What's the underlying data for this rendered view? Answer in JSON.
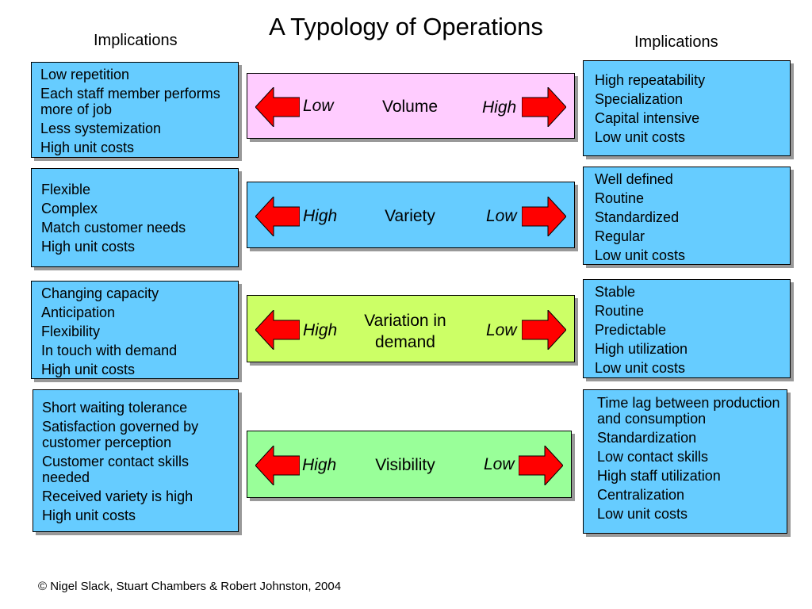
{
  "title": "A Typology of Operations",
  "implications_left": "Implications",
  "implications_right": "Implications",
  "colors": {
    "box": "#66ccff",
    "volume": "#ffccff",
    "variety": "#66ccff",
    "variation": "#ccff66",
    "visibility": "#99ff99",
    "arrow": "#ff0000"
  },
  "rows": [
    {
      "dimension": [
        "Volume"
      ],
      "left_label": "Low",
      "right_label": "High",
      "left_items": [
        "Low repetition",
        "Each staff member performs more of job",
        "Less systemization",
        "High unit costs"
      ],
      "right_items": [
        "High repeatability",
        "Specialization",
        "Capital intensive",
        "Low unit costs"
      ]
    },
    {
      "dimension": [
        "Variety"
      ],
      "left_label": "High",
      "right_label": "Low",
      "left_items": [
        "Flexible",
        "Complex",
        "Match customer needs",
        "High unit costs"
      ],
      "right_items": [
        "Well defined",
        "Routine",
        "Standardized",
        "Regular",
        "Low unit costs"
      ]
    },
    {
      "dimension": [
        "Variation in",
        "demand"
      ],
      "left_label": "High",
      "right_label": "Low",
      "left_items": [
        "Changing capacity",
        "Anticipation",
        "Flexibility",
        "In touch with demand",
        "High unit costs"
      ],
      "right_items": [
        "Stable",
        "Routine",
        "Predictable",
        "High utilization",
        "Low unit costs"
      ]
    },
    {
      "dimension": [
        "Visibility"
      ],
      "left_label": "High",
      "right_label": "Low",
      "left_items": [
        "Short waiting tolerance",
        "Satisfaction governed by customer perception",
        "Customer contact skills needed",
        "Received variety is high",
        "High unit costs"
      ],
      "right_items": [
        "Time lag between production and consumption",
        "Standardization",
        "Low contact skills",
        "High staff utilization",
        "Centralization",
        "Low unit costs"
      ]
    }
  ],
  "copyright": "© Nigel Slack, Stuart Chambers & Robert Johnston, 2004"
}
